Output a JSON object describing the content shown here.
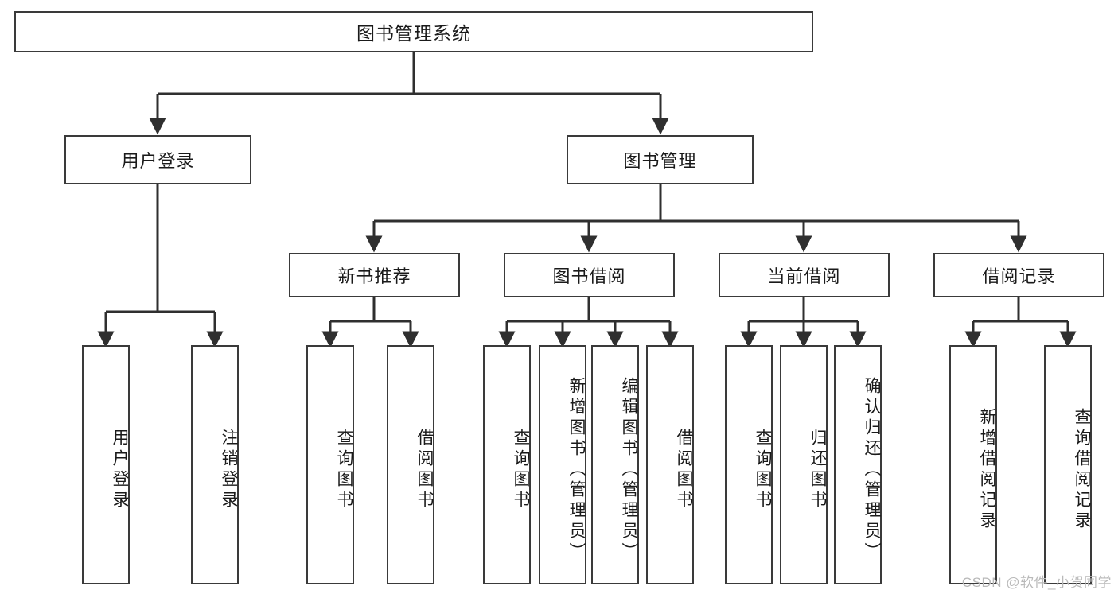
{
  "diagram": {
    "title": "图书管理系统",
    "type": "tree",
    "orientation": "top-down",
    "colors": {
      "box_border": "#3a3a3a",
      "box_fill": "#ffffff",
      "edge": "#2f2f2f",
      "text": "#1a1a1a",
      "watermark": "#b9b9b9"
    },
    "root": {
      "label": "图书管理系统"
    },
    "level1": [
      {
        "label": "用户登录"
      },
      {
        "label": "图书管理"
      }
    ],
    "level2": [
      {
        "label": "新书推荐"
      },
      {
        "label": "图书借阅"
      },
      {
        "label": "当前借阅"
      },
      {
        "label": "借阅记录"
      }
    ],
    "leaves": {
      "user_login": [
        {
          "label": "用户登录"
        },
        {
          "label": "注销登录"
        }
      ],
      "new_book_recommend": [
        {
          "label": "查询图书"
        },
        {
          "label": "借阅图书"
        }
      ],
      "book_borrow": [
        {
          "label": "查询图书"
        },
        {
          "label": "新增图书（管理员）"
        },
        {
          "label": "编辑图书（管理员）"
        },
        {
          "label": "借阅图书"
        }
      ],
      "current_borrow": [
        {
          "label": "查询图书"
        },
        {
          "label": "归还图书"
        },
        {
          "label": "确认归还（管理员）"
        }
      ],
      "borrow_record": [
        {
          "label": "新增借阅记录"
        },
        {
          "label": "查询借阅记录"
        }
      ]
    }
  },
  "watermark": {
    "text": "CSDN @软件_小贺同学"
  }
}
